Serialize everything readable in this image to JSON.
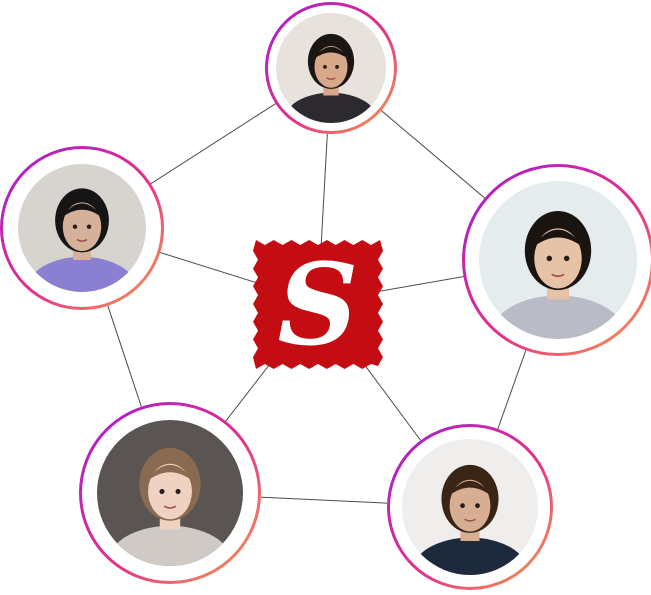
{
  "logo": {
    "letter": "S",
    "background_color": "#c40d12",
    "letter_color": "#ffffff"
  },
  "ring_gradient": [
    "#a21cd6",
    "#e4308a",
    "#f6a04a"
  ],
  "connector_color": "#4a4a4a",
  "avatars": [
    {
      "icon": "person-face-closeup-avatar",
      "bg": "#e7e2dc",
      "skin": "#d7a98a",
      "hair": "#1b1613",
      "clothes": "#2c2a2f"
    },
    {
      "icon": "person-posing-floor-avatar",
      "bg": "#d7d4d0",
      "skin": "#d6b19a",
      "hair": "#151515",
      "clothes": "#8a7fd0"
    },
    {
      "icon": "person-smiling-hand-avatar",
      "bg": "#e4ecee",
      "skin": "#e6c3a6",
      "hair": "#1a1410",
      "clothes": "#b9bcc6"
    },
    {
      "icon": "person-long-hair-avatar",
      "bg": "#5a5553",
      "skin": "#efd2c2",
      "hair": "#8a6a50",
      "clothes": "#cfcac6"
    },
    {
      "icon": "person-curly-hair-avatar",
      "bg": "#efeeed",
      "skin": "#d8ae92",
      "hair": "#3a2416",
      "clothes": "#1c2a3c"
    }
  ]
}
